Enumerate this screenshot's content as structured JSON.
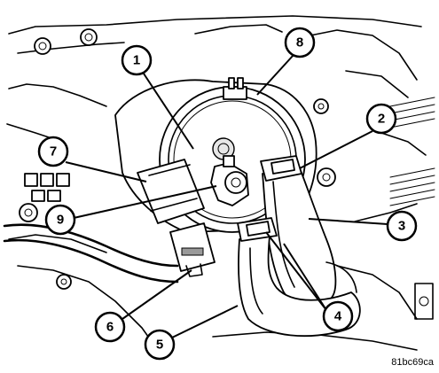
{
  "callouts": [
    {
      "label": "1"
    },
    {
      "label": "2"
    },
    {
      "label": "3"
    },
    {
      "label": "4"
    },
    {
      "label": "5"
    },
    {
      "label": "6"
    },
    {
      "label": "7"
    },
    {
      "label": "8"
    },
    {
      "label": "9"
    }
  ],
  "figure_code": "81bc69ca"
}
